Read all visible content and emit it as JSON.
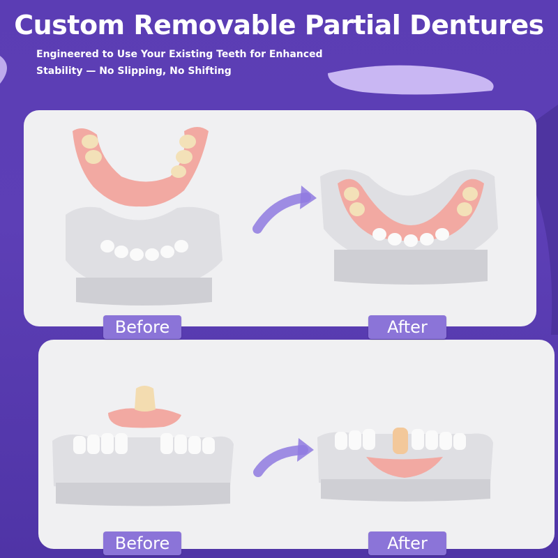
{
  "header": {
    "title": "Custom Removable Partial Dentures",
    "subtitle": "Engineered to Use Your Existing Teeth for Enhanced Stability — No Slipping, No Shifting"
  },
  "panels": [
    {
      "before_label": "Before",
      "after_label": "After"
    },
    {
      "before_label": "Before",
      "after_label": "After"
    }
  ],
  "colors": {
    "background": "#5b3db4",
    "accent": "#8b74d8",
    "panel": "#f0f0f2",
    "gum": "#f2a9a2"
  }
}
